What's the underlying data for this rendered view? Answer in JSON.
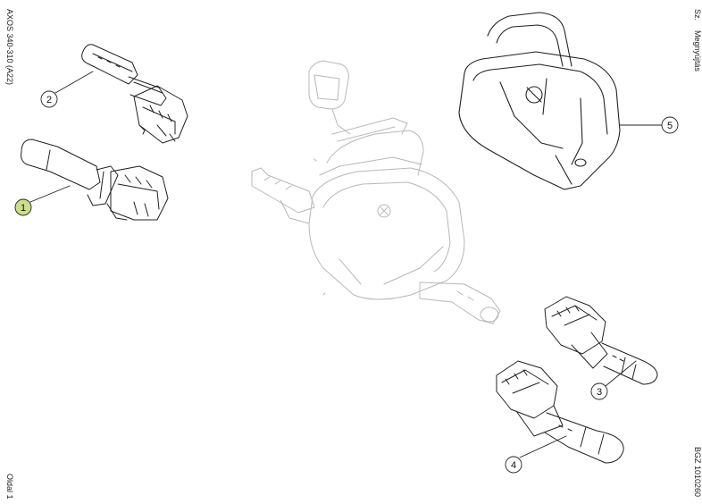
{
  "sheet": {
    "model_code": "AXOS 340-310 (A22)",
    "page_label": "Oldal 1",
    "group_label": "Sz.",
    "section_title": "Megnyújtás",
    "figure_code": "BGZ 1010260"
  },
  "callouts": [
    {
      "number": "1",
      "highlighted": true
    },
    {
      "number": "2",
      "highlighted": false
    },
    {
      "number": "3",
      "highlighted": false
    },
    {
      "number": "4",
      "highlighted": false
    },
    {
      "number": "5",
      "highlighted": false
    }
  ],
  "colors": {
    "highlight": "#c9df8a",
    "line": "#222222",
    "ghost": "#b8b8b8"
  }
}
